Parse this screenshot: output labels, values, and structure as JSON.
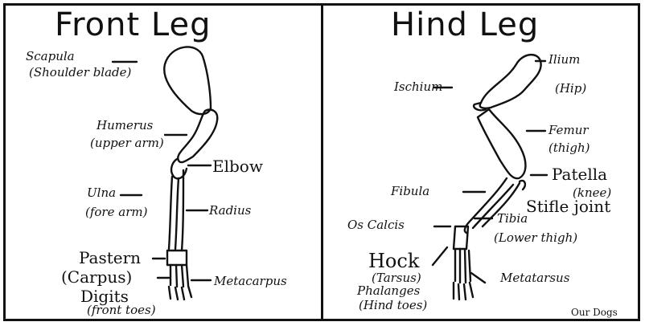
{
  "front": {
    "title": "Front Leg",
    "scapula": "Scapula",
    "scapula_sub": "(Shoulder blade)",
    "humerus": "Humerus",
    "humerus_sub": "(upper arm)",
    "elbow": "Elbow",
    "ulna": "Ulna",
    "ulna_sub": "(fore arm)",
    "radius": "Radius",
    "pastern": "Pastern",
    "pastern_sub": "(Carpus)",
    "metacarpus": "Metacarpus",
    "digits": "Digits",
    "digits_sub": "(front toes)"
  },
  "hind": {
    "title": "Hind Leg",
    "ilium": "Ilium",
    "ilium_sub": "(Hip)",
    "ischium": "Ischium",
    "femur": "Femur",
    "femur_sub": "(thigh)",
    "fibula": "Fibula",
    "patella": "Patella",
    "patella_sub": "(knee)",
    "stifle": "Stifle joint",
    "tibia": "Tibia",
    "tibia_sub": "(Lower thigh)",
    "os_calcis": "Os Calcis",
    "hock": "Hock",
    "hock_sub": "(Tarsus)",
    "metatarsus": "Metatarsus",
    "phalanges": "Phalanges",
    "phalanges_sub": "(Hind toes)"
  },
  "credit": "Our Dogs"
}
